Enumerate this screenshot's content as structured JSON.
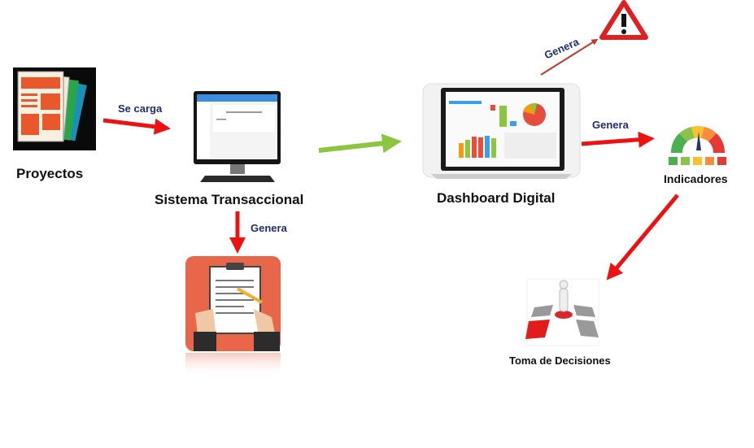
{
  "nodes": {
    "proyectos": {
      "label": "Proyectos"
    },
    "sistema": {
      "label": "Sistema Transaccional"
    },
    "dashboard": {
      "label": "Dashboard Digital"
    },
    "indicadores": {
      "label": "Indicadores"
    },
    "decisiones": {
      "label": "Toma de Decisiones"
    }
  },
  "edges": {
    "carga": {
      "label": "Se carga"
    },
    "genera_reporte": {
      "label": "Genera"
    },
    "genera_alerta": {
      "label": "Genera"
    },
    "genera_indicadores": {
      "label": "Genera"
    }
  },
  "colors": {
    "arrow_red": "#ee1111",
    "arrow_green": "#8cc63f",
    "edge_label": "#1f2d6b",
    "clipboard_bg": "#e8664a"
  }
}
